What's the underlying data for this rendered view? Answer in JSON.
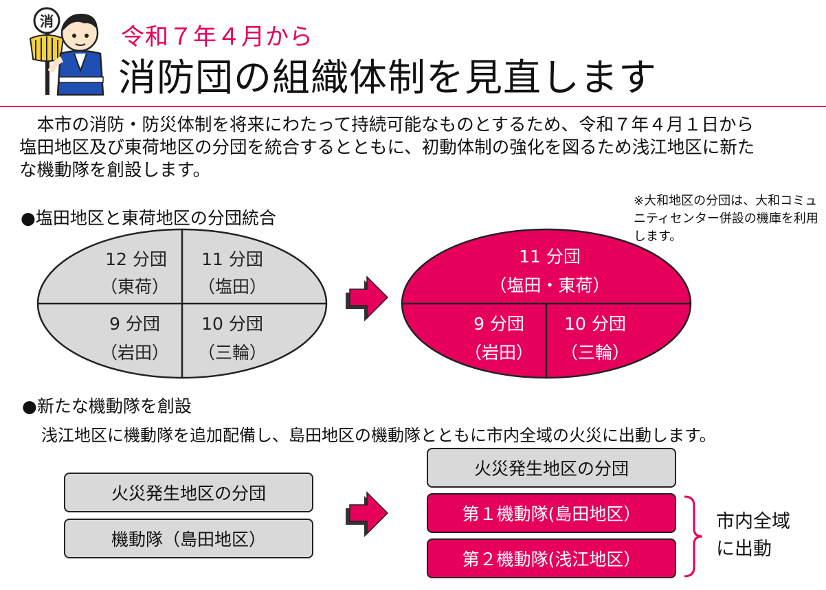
{
  "header": {
    "kicker": "令和７年４月から",
    "title": "消防団の組織体制を見直します",
    "mascot_badge": "消"
  },
  "intro": {
    "line1": "　本市の消防・防災体制を将来にわたって持続可能なものとするため、令和７年４月１日から",
    "line2": "塩田地区及び東荷地区の分団を統合するとともに、初動体制の強化を図るため浅江地区に新た",
    "line3": "な機動隊を創設します。"
  },
  "section1": {
    "heading": "●塩田地区と東荷地区の分団統合",
    "note": "※大和地区の分団は、大和コミュニティセンター併設の機庫を利用します。",
    "before": [
      {
        "name": "12 分団",
        "area": "（東荷）"
      },
      {
        "name": "11 分団",
        "area": "（塩田）"
      },
      {
        "name": "9 分団",
        "area": "（岩田）"
      },
      {
        "name": "10 分団",
        "area": "（三輪）"
      }
    ],
    "after": [
      {
        "name": "11 分団",
        "area": "（塩田・東荷）"
      },
      {
        "name": "9 分団",
        "area": "（岩田）"
      },
      {
        "name": "10 分団",
        "area": "（三輪）"
      }
    ]
  },
  "section2": {
    "heading": "●新たな機動隊を創設",
    "description": "浅江地区に機動隊を追加配備し、島田地区の機動隊とともに市内全域の火災に出動します。",
    "before_boxes": [
      "火災発生地区の分団",
      "機動隊（島田地区）"
    ],
    "after_boxes": [
      "火災発生地区の分団",
      "第１機動隊(島田地区）",
      "第２機動隊(浅江地区）"
    ],
    "dispatch_line1": "市内全域",
    "dispatch_line2": "に出動"
  },
  "colors": {
    "accent": "#e6005c",
    "gray_fill": "#d9d9d9",
    "outline": "#222222"
  }
}
